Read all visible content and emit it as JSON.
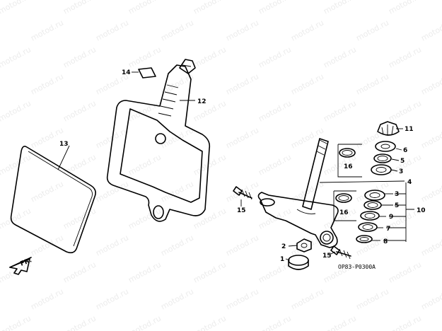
{
  "watermark": "motod.ru",
  "diagram_code": "OP83-P0300A",
  "direction_label": "FR.",
  "callouts": {
    "c1": "1",
    "c2": "2",
    "c3a": "3",
    "c3b": "3",
    "c4": "4",
    "c5a": "5",
    "c5b": "5",
    "c6": "6",
    "c7": "7",
    "c8": "8",
    "c9": "9",
    "c10": "10",
    "c11": "11",
    "c12": "12",
    "c13": "13",
    "c14": "14",
    "c15a": "15",
    "c15b": "15",
    "c16a": "16",
    "c16b": "16"
  }
}
